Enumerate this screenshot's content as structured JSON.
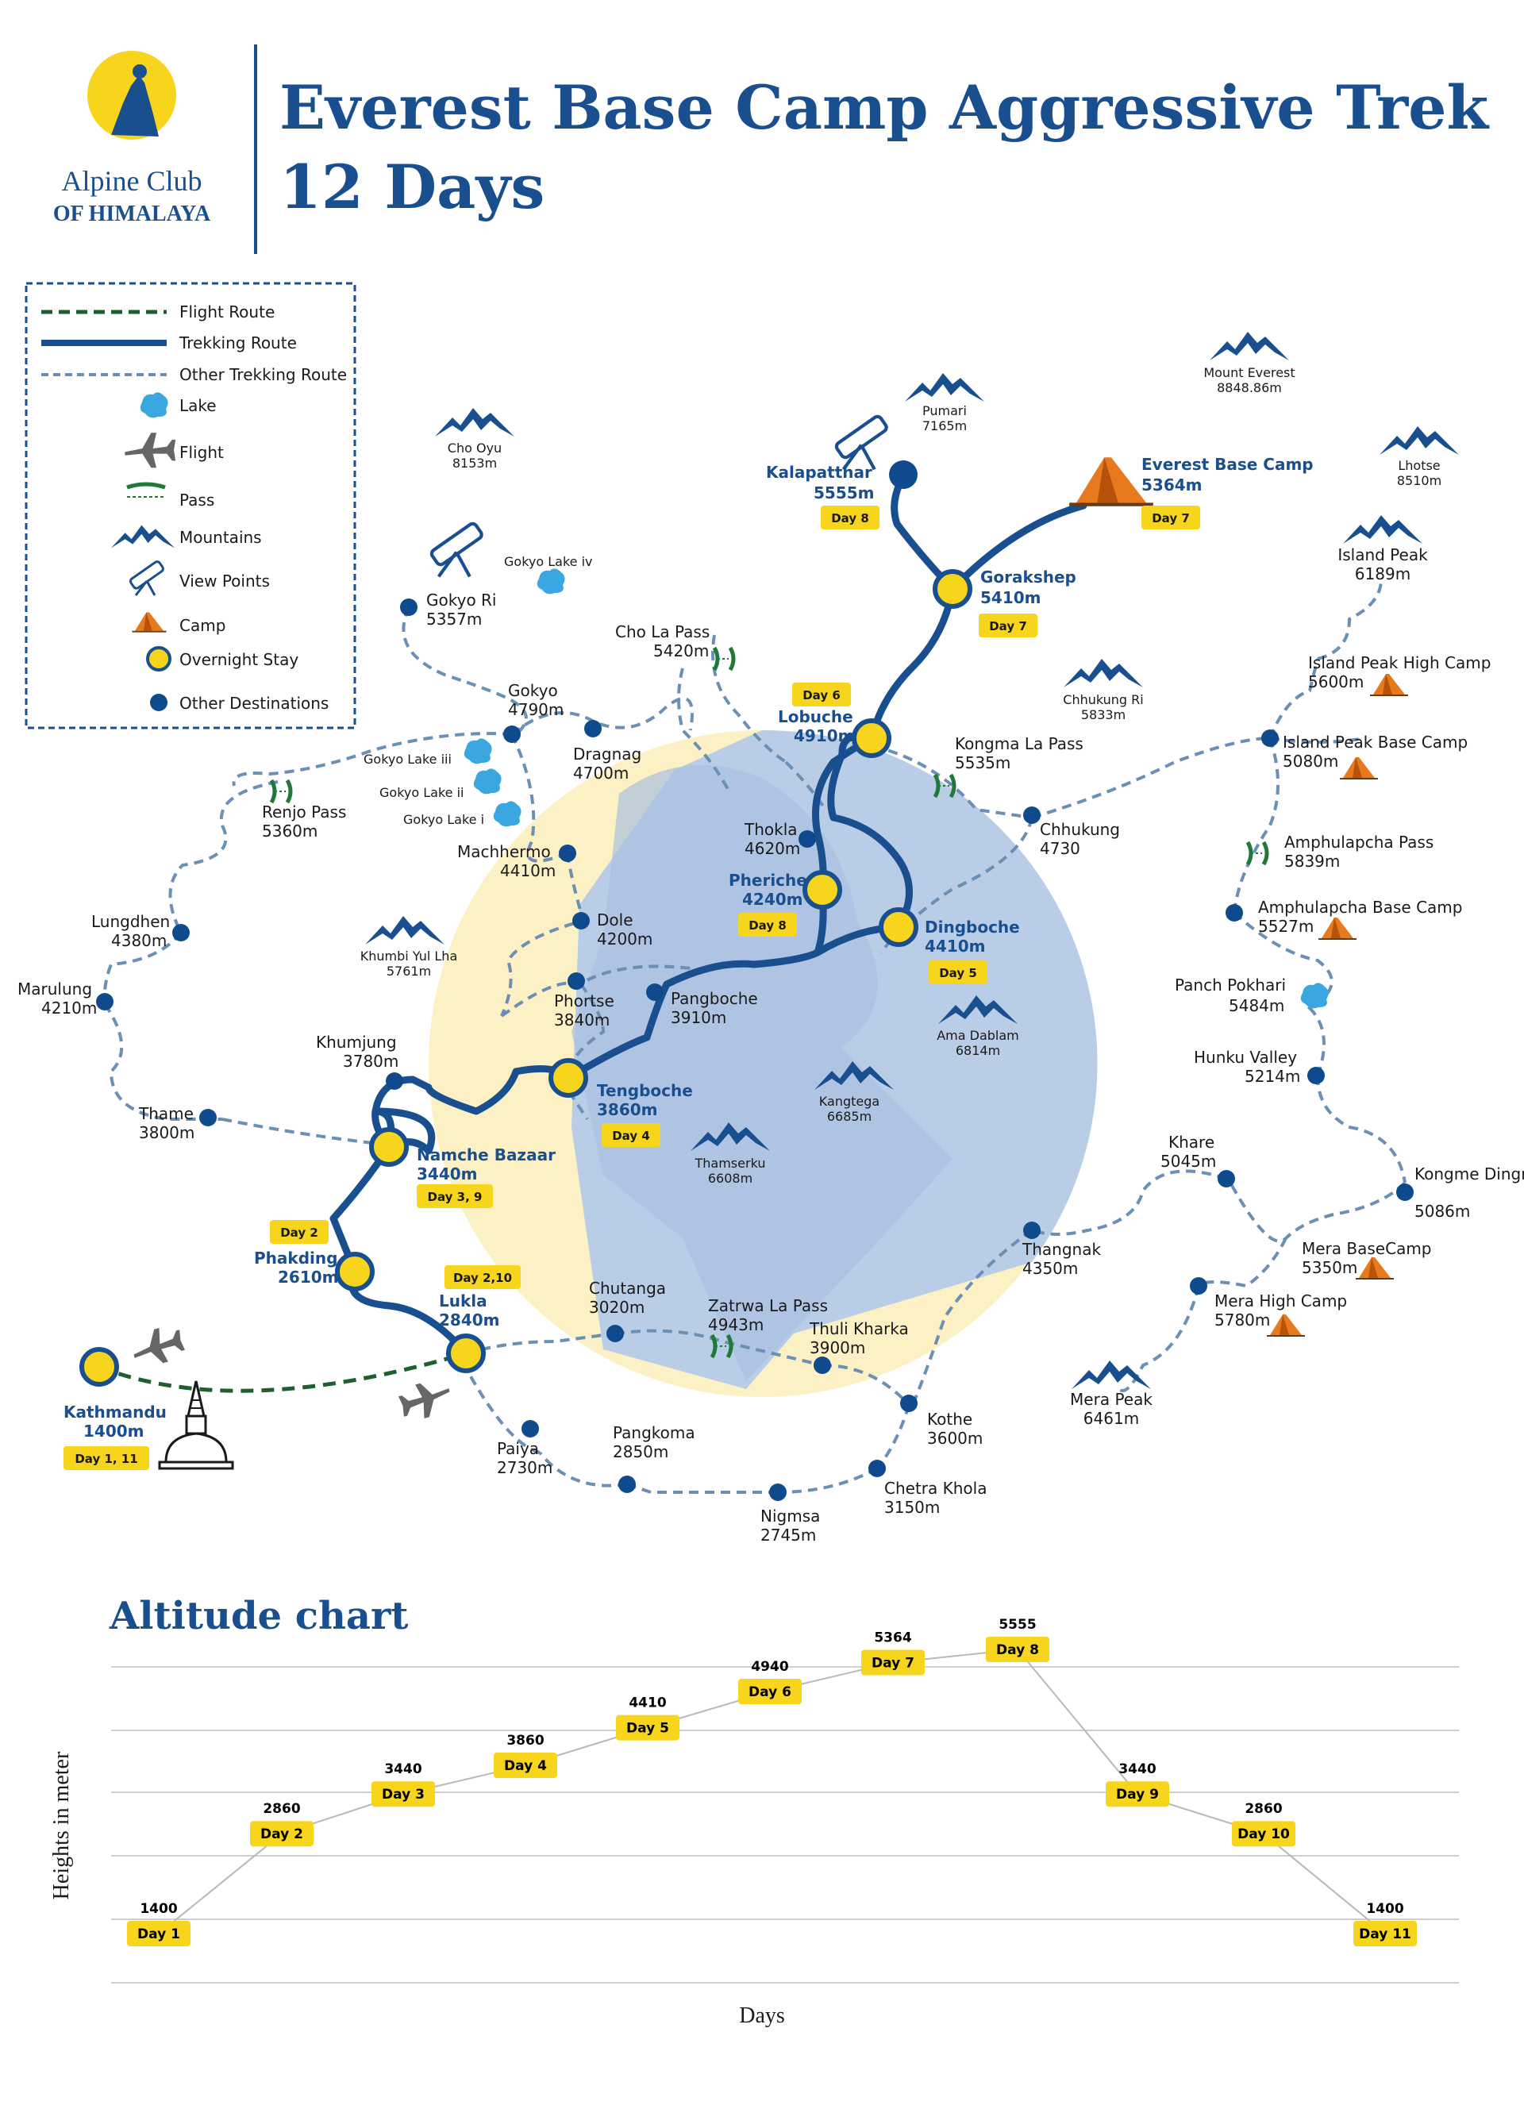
{
  "brand": {
    "name_line1": "Alpine Club",
    "name_line2": "OF HIMALAYA"
  },
  "title": {
    "line1": "Everest Base Camp Aggressive Trek",
    "line2": "12 Days"
  },
  "colors": {
    "brand_blue": "#1a4f8f",
    "accent_yellow": "#f7d51c",
    "dot_blue": "#0f4a8c",
    "flight_green": "#1f5e2e",
    "other_route": "#6b8fb5",
    "lake": "#3aa7e0",
    "camp": "#e87a1e",
    "circle_blue": "#b9cde6",
    "circle_yellow": "#fbf1c4"
  },
  "legend": [
    {
      "icon": "flight-route-line",
      "label": "Flight Route"
    },
    {
      "icon": "trekking-route-line",
      "label": "Trekking Route"
    },
    {
      "icon": "other-route-line",
      "label": "Other Trekking Route"
    },
    {
      "icon": "lake-icon",
      "label": "Lake"
    },
    {
      "icon": "airplane-icon",
      "label": "Flight"
    },
    {
      "icon": "pass-icon",
      "label": "Pass"
    },
    {
      "icon": "mountain-icon",
      "label": "Mountains"
    },
    {
      "icon": "telescope-icon",
      "label": "View Points"
    },
    {
      "icon": "tent-icon",
      "label": "Camp"
    },
    {
      "icon": "overnight-stay-icon",
      "label": "Overnight Stay"
    },
    {
      "icon": "destination-dot-icon",
      "label": "Other Destinations"
    }
  ],
  "stays": [
    {
      "name": "Kathmandu",
      "alt": "1400m",
      "day": "Day 1, 11"
    },
    {
      "name": "Lukla",
      "alt": "2840m",
      "day": "Day 2,10"
    },
    {
      "name": "Phakding",
      "alt": "2610m",
      "day": "Day 2"
    },
    {
      "name": "Namche Bazaar",
      "alt": "3440m",
      "day": "Day 3, 9"
    },
    {
      "name": "Tengboche",
      "alt": "3860m",
      "day": "Day 4"
    },
    {
      "name": "Dingboche",
      "alt": "4410m",
      "day": "Day 5"
    },
    {
      "name": "Pheriche",
      "alt": "4240m",
      "day": "Day 8"
    },
    {
      "name": "Lobuche",
      "alt": "4910m",
      "day": "Day 6"
    },
    {
      "name": "Gorakshep",
      "alt": "5410m",
      "day": "Day 7"
    },
    {
      "name": "Kalapatthar",
      "alt": "5555m",
      "day": "Day 8"
    },
    {
      "name": "Everest Base Camp",
      "alt": "5364m",
      "day": "Day 7"
    }
  ],
  "mountains": [
    {
      "name": "Cho Oyu",
      "alt": "8153m"
    },
    {
      "name": "Pumari",
      "alt": "7165m"
    },
    {
      "name": "Mount Everest",
      "alt": "8848.86m"
    },
    {
      "name": "Lhotse",
      "alt": "8510m"
    },
    {
      "name": "Island Peak",
      "alt": "6189m"
    },
    {
      "name": "Chhukung Ri",
      "alt": "5833m"
    },
    {
      "name": "Khumbi Yul Lha",
      "alt": "5761m"
    },
    {
      "name": "Ama Dablam",
      "alt": "6814m"
    },
    {
      "name": "Kangtega",
      "alt": "6685m"
    },
    {
      "name": "Thamserku",
      "alt": "6608m"
    },
    {
      "name": "Mera Peak",
      "alt": "6461m"
    }
  ],
  "lakes": [
    "Gokyo Lake iv",
    "Gokyo Lake iii",
    "Gokyo Lake ii",
    "Gokyo Lake i",
    "Panch Pokhari"
  ],
  "lake_panch_alt": "5484m",
  "passes": [
    {
      "name": "Cho La Pass",
      "alt": "5420m"
    },
    {
      "name": "Kongma La Pass",
      "alt": "5535m"
    },
    {
      "name": "Renjo Pass",
      "alt": "5360m"
    },
    {
      "name": "Amphulapcha Pass",
      "alt": "5839m"
    },
    {
      "name": "Zatrwa La Pass",
      "alt": "4943m"
    }
  ],
  "camps": [
    {
      "name": "Island Peak High Camp",
      "alt": "5600m"
    },
    {
      "name": "Island Peak Base Camp",
      "alt": "5080m"
    },
    {
      "name": "Amphulapcha Base Camp",
      "alt": "5527m"
    },
    {
      "name": "Mera BaseCamp",
      "alt": "5350m"
    },
    {
      "name": "Mera High Camp",
      "alt": "5780m"
    }
  ],
  "destinations": [
    {
      "name": "Gokyo Ri",
      "alt": "5357m"
    },
    {
      "name": "Gokyo",
      "alt": "4790m"
    },
    {
      "name": "Dragnag",
      "alt": "4700m"
    },
    {
      "name": "Machhermo",
      "alt": "4410m"
    },
    {
      "name": "Dole",
      "alt": "4200m"
    },
    {
      "name": "Phortse",
      "alt": "3840m"
    },
    {
      "name": "Pangboche",
      "alt": "3910m"
    },
    {
      "name": "Thokla",
      "alt": "4620m"
    },
    {
      "name": "Chhukung",
      "alt": "4730"
    },
    {
      "name": "Lungdhen",
      "alt": "4380m"
    },
    {
      "name": "Marulung",
      "alt": "4210m"
    },
    {
      "name": "Thame",
      "alt": "3800m"
    },
    {
      "name": "Khumjung",
      "alt": "3780m"
    },
    {
      "name": "Chutanga",
      "alt": "3020m"
    },
    {
      "name": "Thuli Kharka",
      "alt": "3900m"
    },
    {
      "name": "Kothe",
      "alt": "3600m"
    },
    {
      "name": "Chetra Khola",
      "alt": "3150m"
    },
    {
      "name": "Nigmsa",
      "alt": "2745m"
    },
    {
      "name": "Pangkoma",
      "alt": "2850m"
    },
    {
      "name": "Paiya",
      "alt": "2730m"
    },
    {
      "name": "Thangnak",
      "alt": "4350m"
    },
    {
      "name": "Khare",
      "alt": "5045m"
    },
    {
      "name": "Hunku Valley",
      "alt": "5214m"
    },
    {
      "name": "Kongme Dingma",
      "alt": "5086m"
    }
  ],
  "chart_data": {
    "type": "line",
    "title": "Altitude chart",
    "xlabel": "Days",
    "ylabel": "Heights in meter",
    "categories": [
      "Day 1",
      "Day 2",
      "Day 3",
      "Day 4",
      "Day 5",
      "Day 6",
      "Day 7",
      "Day 8",
      "Day 9",
      "Day 10",
      "Day 11"
    ],
    "values": [
      1400,
      2860,
      3440,
      3860,
      4410,
      4940,
      5364,
      5555,
      3440,
      2860,
      1400
    ],
    "value_labels": [
      "1400",
      "2860",
      "3440",
      "3860",
      "4410",
      "4940",
      "5364",
      "5555",
      "3440",
      "2860",
      "1400"
    ],
    "grid": true
  }
}
